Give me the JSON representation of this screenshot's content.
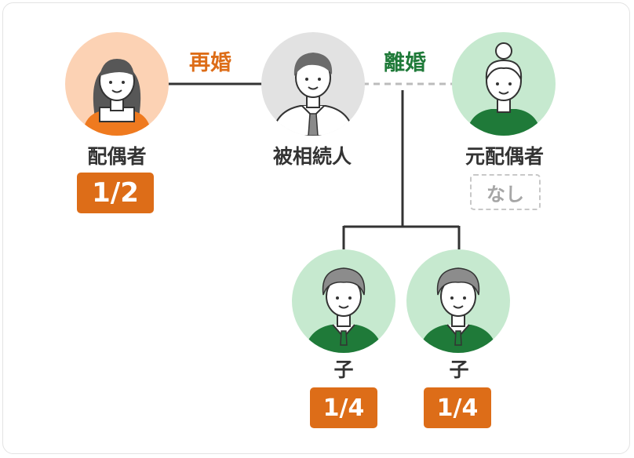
{
  "relations": {
    "remarriage": "再婚",
    "divorce": "離婚"
  },
  "people": {
    "spouse": {
      "name": "配偶者",
      "share": "1/2"
    },
    "decedent": {
      "name": "被相続人"
    },
    "former_spouse": {
      "name": "元配偶者",
      "share": "なし"
    },
    "child1": {
      "name": "子",
      "share": "1/4"
    },
    "child2": {
      "name": "子",
      "share": "1/4"
    }
  },
  "colors": {
    "remarriage_label": "#dd6d18",
    "divorce_label": "#1f7a39",
    "share_badge": "#dd6d18",
    "line": "#333333",
    "divorce_line": "#bcbcbc",
    "spouse_bg": "#fcd2b4",
    "decedent_bg": "#e2e2e2",
    "green_bg": "#c6e9cf"
  }
}
